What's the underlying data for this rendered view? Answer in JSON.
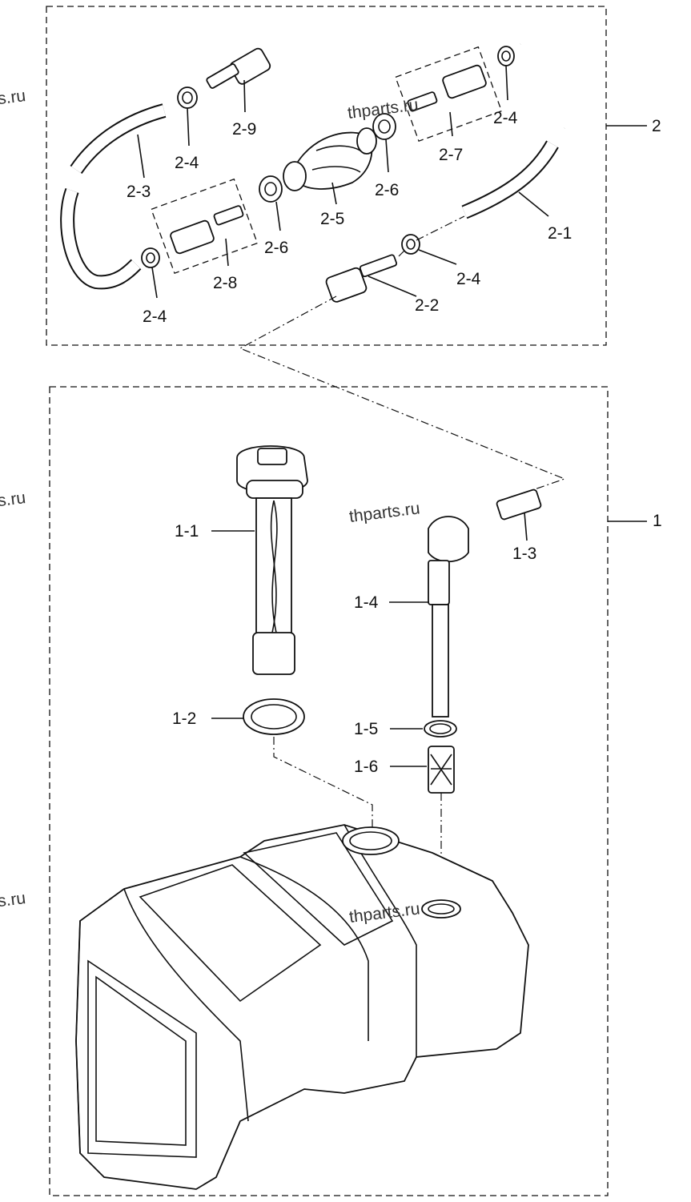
{
  "watermark": "thparts.ru",
  "watermark_edge": "s.ru",
  "assemblies": [
    {
      "id": "2",
      "label": "2"
    },
    {
      "id": "1",
      "label": "1"
    }
  ],
  "parts": {
    "p2_1": "2-1",
    "p2_2": "2-2",
    "p2_3": "2-3",
    "p2_4a": "2-4",
    "p2_4b": "2-4",
    "p2_4c": "2-4",
    "p2_4d": "2-4",
    "p2_5": "2-5",
    "p2_6a": "2-6",
    "p2_6b": "2-6",
    "p2_7": "2-7",
    "p2_8": "2-8",
    "p2_9": "2-9",
    "p1_1": "1-1",
    "p1_2": "1-2",
    "p1_3": "1-3",
    "p1_4": "1-4",
    "p1_5": "1-5",
    "p1_6": "1-6"
  }
}
